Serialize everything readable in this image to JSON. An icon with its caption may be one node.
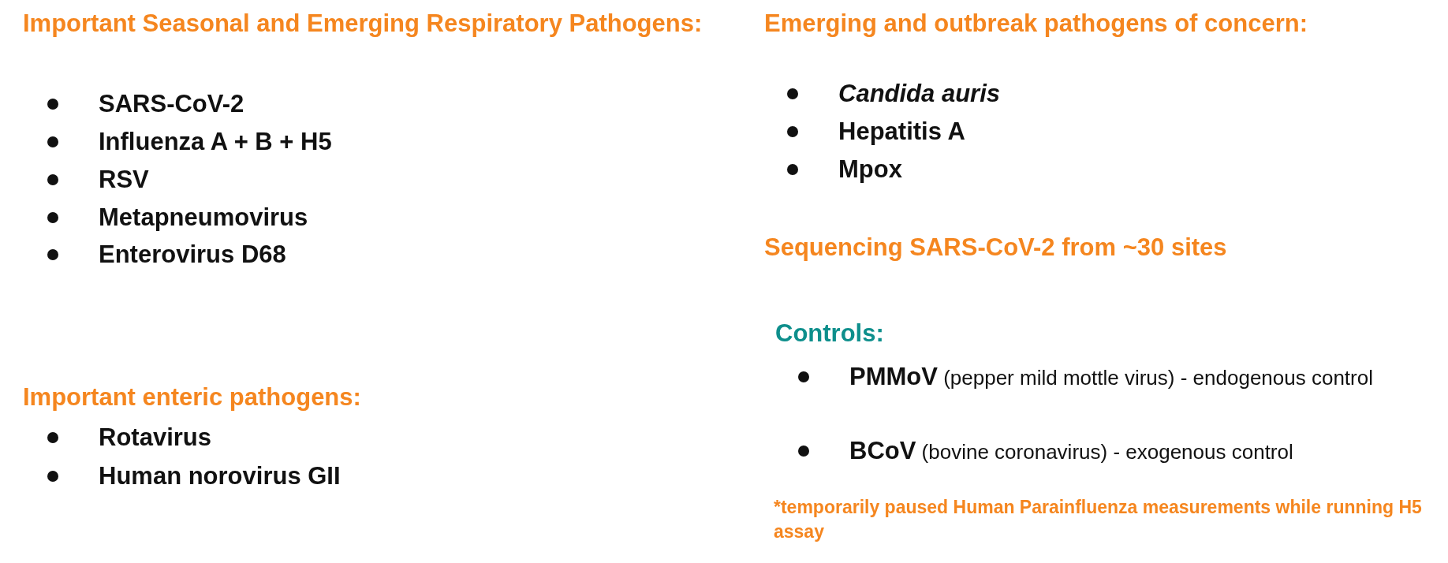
{
  "diagram": {
    "labels": [
      "Important Seasonal and Emerging Respiratory Pathogens:",
      "SARS-CoV-2",
      "Influenza A + B + H5",
      "RSV",
      "Metapneumovirus",
      "Enterovirus D68",
      "Important enteric pathogens:",
      "Rotavirus",
      "Human norovirus GII",
      "Emerging and outbreak pathogens of concern:",
      "Candida auris",
      "Hepatitis A",
      "Mpox",
      "Sequencing SARS-CoV-2 from ~30 sites",
      "Controls:",
      "**PMMoV** (pepper mild mottle virus) - endogenous control",
      "**BCoV** (bovine coronavirus) - exogenous control",
      "*temporarily paused Human Parainfluenza measurements while running H5 assay"
    ]
  }
}
